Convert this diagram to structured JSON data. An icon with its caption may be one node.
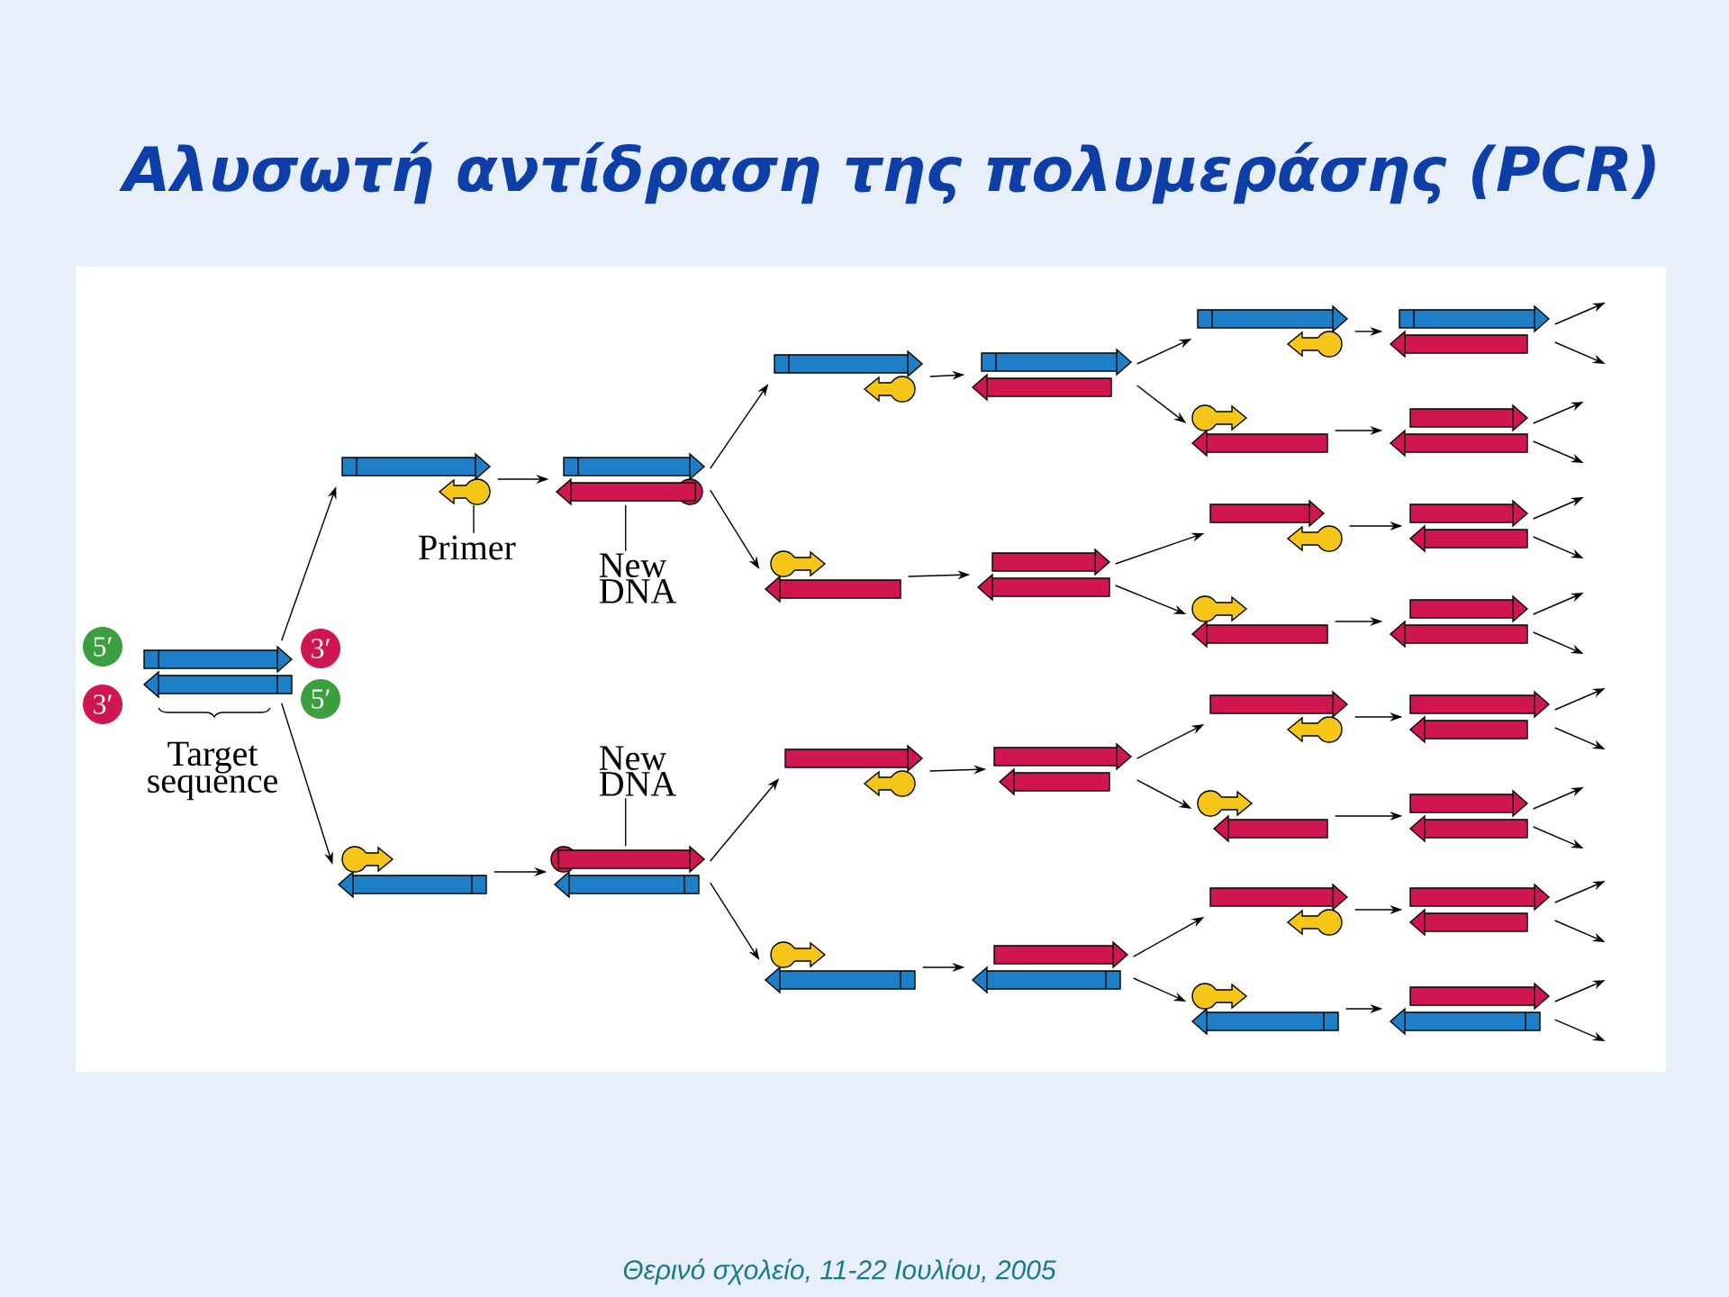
{
  "diagram": {
    "title": "Αλυσωτή αντίδραση της πολυμεράσης (PCR)",
    "caption": "Θερινό σχολείο, 11-22 Ιουλίου, 2005",
    "nodes": [
      {
        "text": [],
        "shape": "bar"
      },
      {
        "text": [],
        "shape": "bar"
      },
      {
        "text": [],
        "shape": "bar"
      },
      {
        "text": [],
        "shape": "bar"
      },
      {
        "text": [],
        "shape": "bar"
      },
      {
        "text": [],
        "shape": "bar"
      },
      {
        "text": [],
        "shape": "bar"
      },
      {
        "text": [],
        "shape": "bar"
      },
      {
        "text": [],
        "shape": "bar"
      },
      {
        "text": [],
        "shape": "bar"
      },
      {
        "text": [],
        "shape": "bar"
      },
      {
        "text": [],
        "shape": "bar"
      },
      {
        "text": [],
        "shape": "bar"
      },
      {
        "text": [],
        "shape": "bar"
      },
      {
        "text": [],
        "shape": "bar"
      },
      {
        "text": [],
        "shape": "bar"
      },
      {
        "text": [],
        "shape": "bar"
      },
      {
        "text": [],
        "shape": "bar"
      },
      {
        "text": [],
        "shape": "bar"
      },
      {
        "text": [],
        "shape": "bar"
      },
      {
        "text": [],
        "shape": "bar"
      },
      {
        "text": [],
        "shape": "bar"
      },
      {
        "text": [],
        "shape": "bar"
      },
      {
        "text": [],
        "shape": "bar"
      },
      {
        "text": [],
        "shape": "bar"
      },
      {
        "text": [],
        "shape": "bar"
      },
      {
        "text": [],
        "shape": "bar"
      },
      {
        "text": [],
        "shape": "bar"
      },
      {
        "text": [],
        "shape": "bar"
      },
      {
        "text": [
          "Primer"
        ]
      },
      {
        "text": [
          "New DNA"
        ]
      },
      {
        "text": [
          "New DNA"
        ]
      }
    ],
    "edges": [
      {
        "from": 0,
        "to": 1,
        "arrow": "to"
      },
      {
        "from": 0,
        "to": 2,
        "arrow": "to"
      },
      {
        "from": 1,
        "to": 3,
        "arrow": "to"
      },
      {
        "from": 2,
        "to": 4,
        "arrow": "to"
      },
      {
        "from": 3,
        "to": 5,
        "arrow": "to"
      },
      {
        "from": 3,
        "to": 6,
        "arrow": "to"
      },
      {
        "from": 4,
        "to": 7,
        "arrow": "to"
      },
      {
        "from": 4,
        "to": 8,
        "arrow": "to"
      },
      {
        "from": 5,
        "to": 9,
        "arrow": "to"
      },
      {
        "from": 6,
        "to": 10,
        "arrow": "to"
      },
      {
        "from": 7,
        "to": 11,
        "arrow": "to"
      },
      {
        "from": 8,
        "to": 12,
        "arrow": "to"
      },
      {
        "from": 9,
        "to": 13,
        "arrow": "to"
      },
      {
        "from": 9,
        "to": 14,
        "arrow": "to"
      },
      {
        "from": 10,
        "to": 15,
        "arrow": "to"
      },
      {
        "from": 10,
        "to": 16,
        "arrow": "to"
      },
      {
        "from": 11,
        "to": 17,
        "arrow": "to"
      },
      {
        "from": 11,
        "to": 18,
        "arrow": "to"
      },
      {
        "from": 12,
        "to": 19,
        "arrow": "to"
      },
      {
        "from": 12,
        "to": 20,
        "arrow": "to"
      },
      {
        "from": 13,
        "to": 21,
        "arrow": "to"
      },
      {
        "from": 14,
        "to": 22,
        "arrow": "to"
      },
      {
        "from": 15,
        "to": 23,
        "arrow": "to"
      },
      {
        "from": 16,
        "to": 24,
        "arrow": "to"
      },
      {
        "from": 17,
        "to": 25,
        "arrow": "to"
      },
      {
        "from": 18,
        "to": 26,
        "arrow": "to"
      },
      {
        "from": 19,
        "to": 27,
        "arrow": "to"
      },
      {
        "from": 20,
        "to": 28,
        "arrow": "to"
      },
      {
        "from": 21,
        "to": null,
        "arrow": "to"
      },
      {
        "from": 21,
        "to": null,
        "arrow": "to"
      },
      {
        "from": 22,
        "to": null,
        "arrow": "to"
      },
      {
        "from": 22,
        "to": null,
        "arrow": "to"
      },
      {
        "from": 23,
        "to": null,
        "arrow": "to"
      },
      {
        "from": 23,
        "to": null,
        "arrow": "to"
      },
      {
        "from": 24,
        "to": null,
        "arrow": "to"
      },
      {
        "from": 24,
        "to": null,
        "arrow": "to"
      },
      {
        "from": 25,
        "to": null,
        "arrow": "to"
      },
      {
        "from": 25,
        "to": null,
        "arrow": "to"
      },
      {
        "from": 26,
        "to": null,
        "arrow": "to"
      },
      {
        "from": 26,
        "to": null,
        "arrow": "to"
      },
      {
        "from": 27,
        "to": null,
        "arrow": "to"
      },
      {
        "from": 27,
        "to": null,
        "arrow": "to"
      },
      {
        "from": 28,
        "to": null,
        "arrow": "to"
      },
      {
        "from": 28,
        "to": null,
        "arrow": "to"
      },
      {
        "from": 29,
        "to": 1,
        "arrow": "none"
      },
      {
        "from": 30,
        "to": 3,
        "arrow": "none"
      },
      {
        "from": 31,
        "to": 4,
        "arrow": "none"
      }
    ],
    "labels": [
      "5′",
      "3′",
      "3′",
      "5′",
      "Target sequence"
    ]
  }
}
